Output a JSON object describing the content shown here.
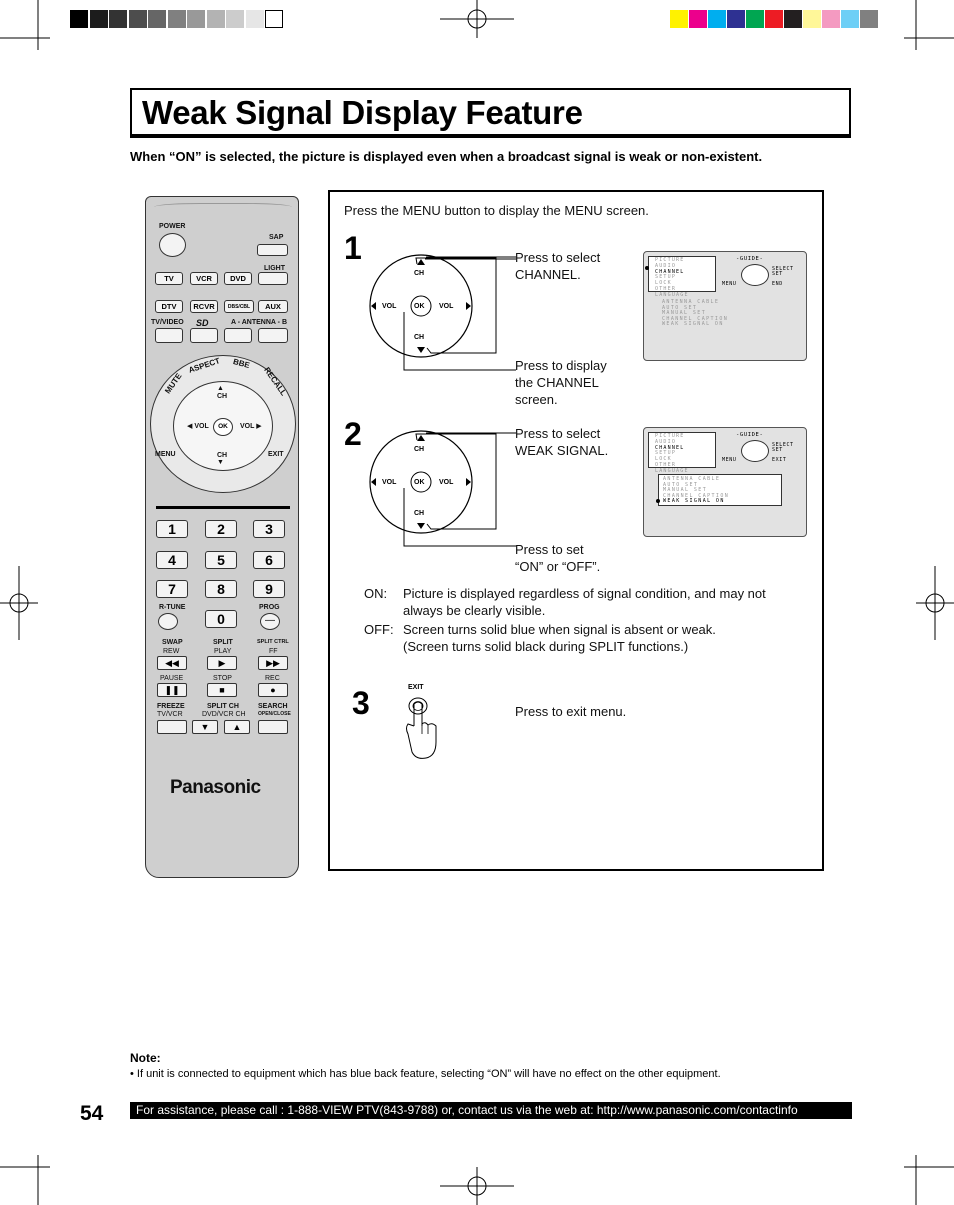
{
  "page": {
    "title": "Weak Signal Display Feature",
    "intro": "When “ON” is selected, the picture is displayed even when a broadcast signal is weak or non-existent.",
    "page_number": "54",
    "footer": "For assistance, please call : 1-888-VIEW PTV(843-9788) or, contact us via the web at: http://www.panasonic.com/contactinfo",
    "note_heading": "Note:",
    "note_text": "•  If unit is connected to equipment which has blue back feature, selecting “ON” will have no effect on the other equipment."
  },
  "color_bars": {
    "grays": [
      "#000000",
      "#1c1c1c",
      "#333333",
      "#4d4d4d",
      "#666666",
      "#808080",
      "#999999",
      "#b3b3b3",
      "#cccccc",
      "#e6e6e6",
      "#ffffff"
    ],
    "colors": [
      "#fff200",
      "#ec008c",
      "#00aeef",
      "#2e3192",
      "#00a651",
      "#ed1c24",
      "#231f20",
      "#fff799",
      "#f49ac1",
      "#6dcff6",
      "#808080"
    ]
  },
  "remote": {
    "power": "POWER",
    "sap": "SAP",
    "light": "LIGHT",
    "row1": [
      "TV",
      "VCR",
      "DVD"
    ],
    "row2": [
      "DTV",
      "RCVR",
      "DBS/CBL",
      "AUX"
    ],
    "tv_video": "TV/VIDEO",
    "antenna": "A - ANTENNA - B",
    "mute": "MUTE",
    "aspect": "ASPECT",
    "bbe": "BBE",
    "recall": "RECALL",
    "ch": "CH",
    "vol": "VOL",
    "ok": "OK",
    "menu": "MENU",
    "exit": "EXIT",
    "numbers": [
      "1",
      "2",
      "3",
      "4",
      "5",
      "6",
      "7",
      "8",
      "9",
      "0"
    ],
    "r_tune": "R-TUNE",
    "prog": "PROG",
    "swap": "SWAP",
    "rew": "REW",
    "split": "SPLIT",
    "play": "PLAY",
    "split_ctrl": "SPLIT CTRL",
    "ff": "FF",
    "pause": "PAUSE",
    "stop": "STOP",
    "rec": "REC",
    "freeze": "FREEZE",
    "freeze_sub": "TV/VCR",
    "split_ch": "SPLIT CH",
    "split_ch_sub": "DVD/VCR CH",
    "search": "SEARCH",
    "search_sub": "OPEN/CLOSE",
    "brand": "Panasonic"
  },
  "panel": {
    "intro": "Press the MENU button to display the MENU screen.",
    "step1": {
      "num": "1",
      "select": [
        "Press to select",
        "CHANNEL."
      ],
      "display": [
        "Press to display",
        "the CHANNEL",
        "screen."
      ]
    },
    "step2": {
      "num": "2",
      "select": [
        "Press to select",
        "WEAK SIGNAL."
      ],
      "set": [
        "Press to set",
        "“ON” or “OFF”."
      ]
    },
    "on_label": "ON:",
    "on_text": [
      "Picture is displayed regardless of signal condition, and may not",
      "always be clearly visible."
    ],
    "off_label": "OFF:",
    "off_text": [
      "Screen turns solid blue when signal is absent or weak.",
      "(Screen turns solid black during SPLIT functions.)"
    ],
    "step3": {
      "num": "3",
      "exit_label": "EXIT",
      "text": "Press to exit menu."
    },
    "dial": {
      "ch": "CH",
      "vol": "VOL",
      "ok": "OK"
    },
    "menu_screen1": {
      "items": [
        "PICTURE",
        "AUDIO",
        "CHANNEL",
        "SETUP",
        "LOCK",
        "OTHER",
        "LANGUAGE"
      ],
      "highlight": "CHANNEL",
      "sub": [
        "ANTENNA      CABLE",
        "AUTO SET",
        "MANUAL SET",
        "CHANNEL CAPTION",
        "WEAK SIGNAL    ON"
      ],
      "guide": "-GUIDE-",
      "select": "SELECT",
      "set": "SET",
      "menu": "MENU",
      "end": "END"
    },
    "menu_screen2": {
      "items": [
        "PICTURE",
        "AUDIO",
        "CHANNEL",
        "SETUP",
        "LOCK",
        "OTHER",
        "LANGUAGE"
      ],
      "highlight": "CHANNEL",
      "sub": [
        "ANTENNA      CABLE",
        "AUTO SET",
        "MANUAL SET",
        "CHANNEL CAPTION",
        "WEAK SIGNAL     ON"
      ],
      "sub_highlight": "WEAK SIGNAL     ON",
      "guide": "-GUIDE-",
      "select": "SELECT",
      "set": "SET",
      "menu": "MENU",
      "exit": "EXIT"
    }
  }
}
